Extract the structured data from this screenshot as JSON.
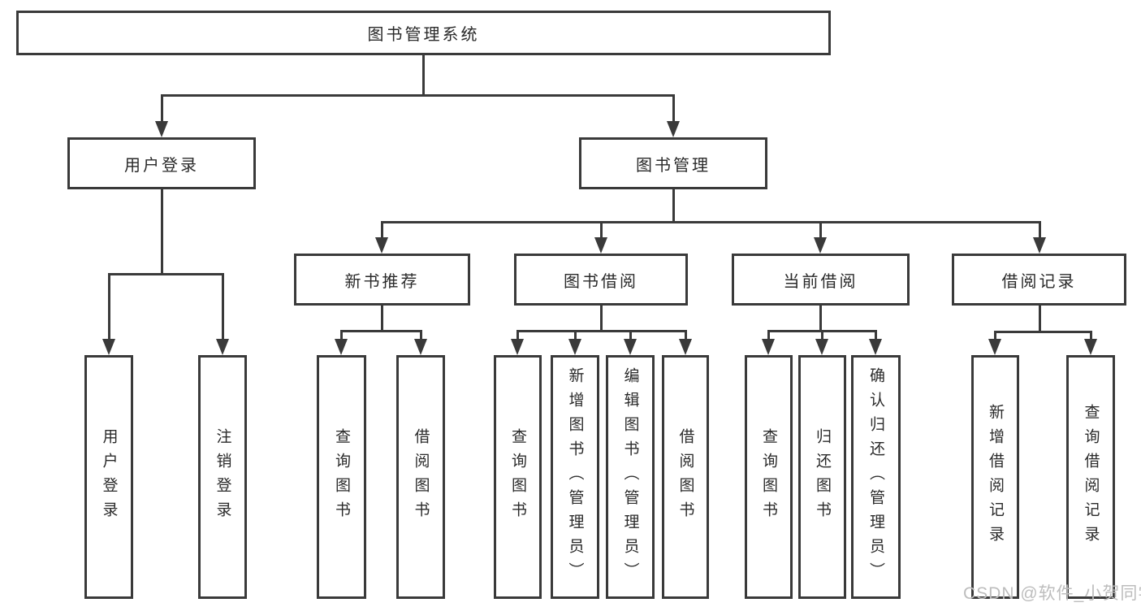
{
  "nodes": {
    "root": "图书管理系统",
    "user_login_branch": "用户登录",
    "book_mgmt_branch": "图书管理",
    "level3": [
      "新书推荐",
      "图书借阅",
      "当前借阅",
      "借阅记录"
    ],
    "leaves": {
      "user_login": [
        "用户登录",
        "注销登录"
      ],
      "new_books": [
        "查询图书",
        "借阅图书"
      ],
      "book_borrow": [
        "查询图书",
        "新增图书（管理员）",
        "编辑图书（管理员）",
        "借阅图书"
      ],
      "current_borrow": [
        "查询图书",
        "归还图书",
        "确认归还（管理员）"
      ],
      "borrow_records": [
        "新增借阅记录",
        "查询借阅记录"
      ]
    }
  },
  "watermark": "CSDN @软件_小贺同学",
  "colors": {
    "line": "#3a3a3a",
    "text": "#2a2a2a",
    "watermark": "#bdbdbd",
    "background": "#ffffff"
  }
}
